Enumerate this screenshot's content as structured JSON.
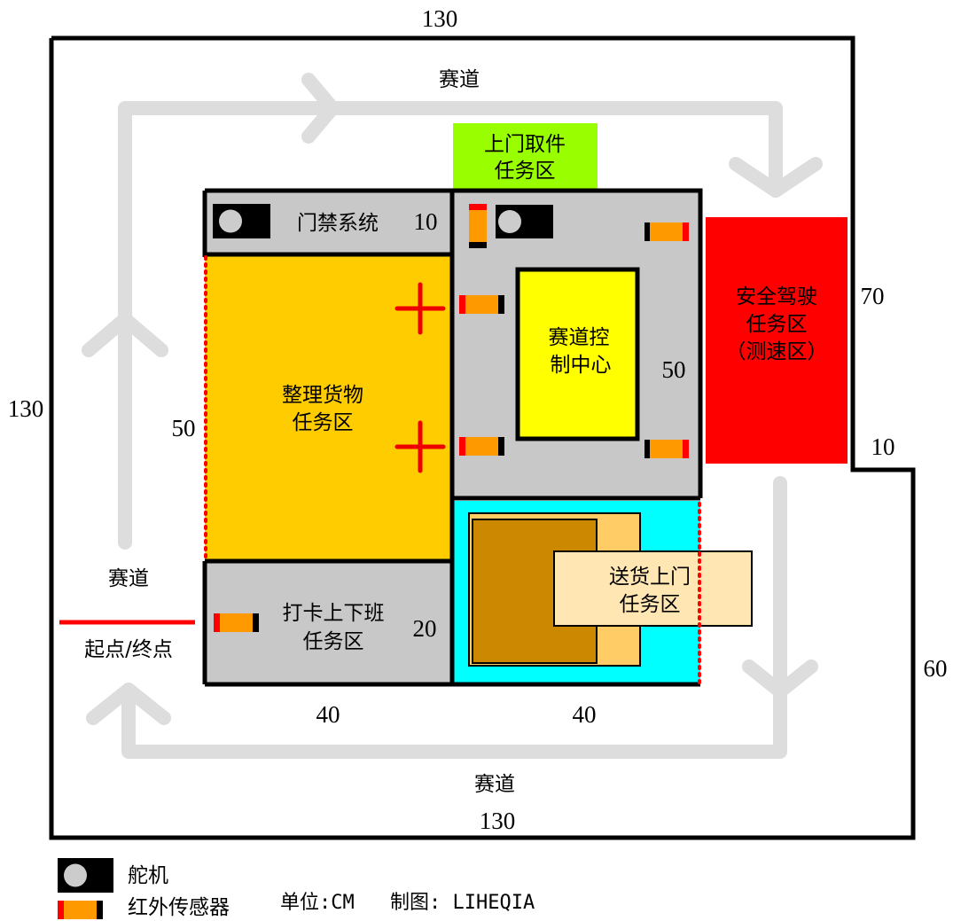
{
  "dimensions": {
    "top": "130",
    "left": "130",
    "bottom": "130",
    "right_upper": "70",
    "notch": "10",
    "right_lower": "60",
    "zone_left_height": "50",
    "zone_right_height": "50",
    "gate_height": "10",
    "checkin_height": "20",
    "bottom_left_width": "40",
    "bottom_right_width": "40"
  },
  "track": {
    "label_top": "赛道",
    "label_left": "赛道",
    "label_bottom": "赛道",
    "start_finish": "起点/终点"
  },
  "zones": {
    "pickup": {
      "line1": "上门取件",
      "line2": "任务区",
      "color": "#99ff00"
    },
    "gate": {
      "label": "门禁系统"
    },
    "sorting": {
      "line1": "整理货物",
      "line2": "任务区",
      "color": "#ffcc00"
    },
    "control": {
      "line1": "赛道控",
      "line2": "制中心",
      "color": "#ffff00"
    },
    "safety": {
      "line1": "安全驾驶",
      "line2": "任务区",
      "line3": "（测速区）",
      "color": "#ff0000"
    },
    "checkin": {
      "line1": "打卡上下班",
      "line2": "任务区"
    },
    "delivery": {
      "line1": "送货上门",
      "line2": "任务区",
      "color": "#00ffff"
    }
  },
  "legend": {
    "servo": "舵机",
    "ir_sensor": "红外传感器",
    "unit": "单位:CM",
    "author": "制图: LIHEQIA"
  },
  "colors": {
    "gray_panel": "#c8c8c8",
    "track_line": "#dddddd",
    "sensor_orange": "#ff9900",
    "sensor_red": "#ff0000",
    "outline": "#000000"
  },
  "icons": [
    "servo-icon",
    "ir-sensor-icon",
    "cross-marker-icon",
    "track-arrow-icon"
  ]
}
